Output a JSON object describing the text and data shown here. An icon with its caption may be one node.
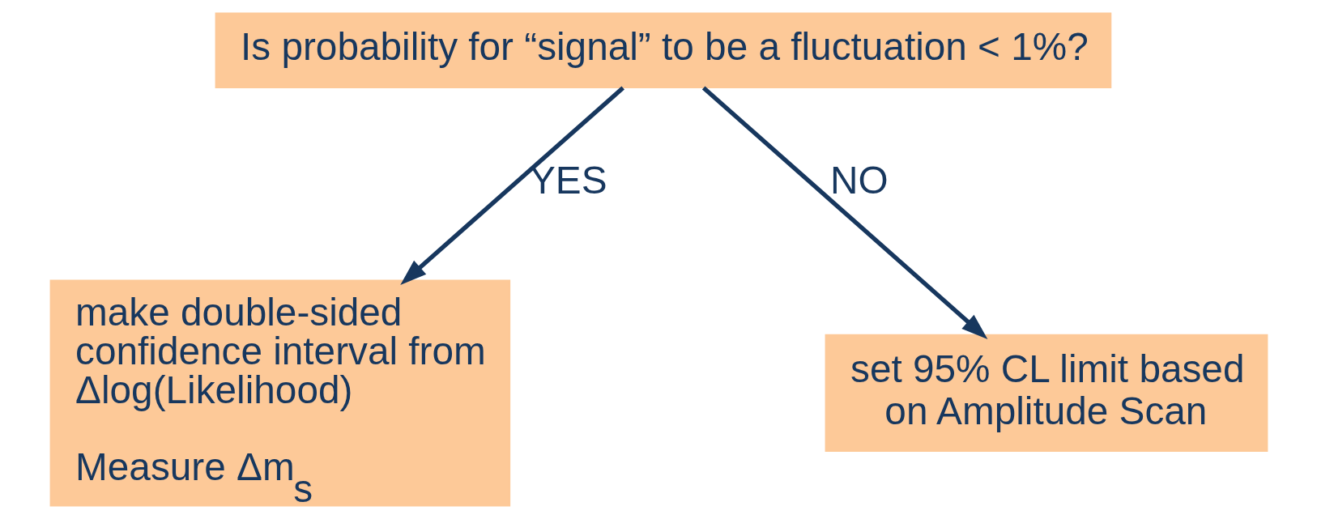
{
  "diagram": {
    "nodes": [
      {
        "text": [
          "Is probability for “signal” to be a fluctuation < 1%?"
        ]
      },
      {
        "text": [
          "make double-sided confidence interval from Δlog(Likelihood)",
          "Measure Δm$_{s}$"
        ]
      },
      {
        "text": [
          "set 95% CL limit based on Amplitude Scan"
        ]
      }
    ],
    "edges": [
      {
        "from": 0,
        "to": 1,
        "arrow": "to",
        "label": "YES"
      },
      {
        "from": 0,
        "to": 2,
        "arrow": "to",
        "label": "NO"
      }
    ]
  }
}
